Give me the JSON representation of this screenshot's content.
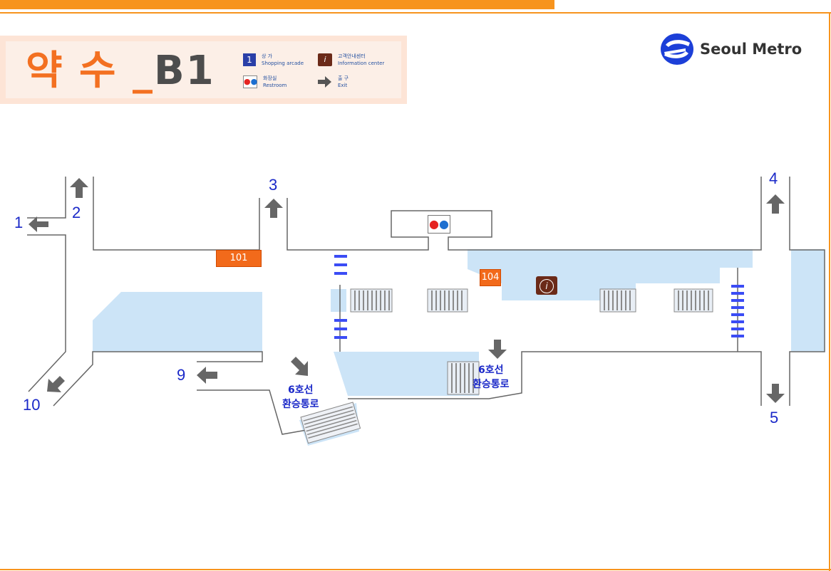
{
  "title": {
    "station": "약 수",
    "separator": "_",
    "level": "B1"
  },
  "legend": {
    "shopping": {
      "icon_text": "1",
      "ko": "상 가",
      "en": "Shopping arcade"
    },
    "info": {
      "icon_text": "i",
      "ko": "고객안내센터",
      "en": "Information center"
    },
    "restroom": {
      "ko": "화장실",
      "en": "Restroom"
    },
    "exit": {
      "ko": "출 구",
      "en": "Exit"
    }
  },
  "brand": {
    "name": "Seoul Metro"
  },
  "exits": [
    {
      "label": "1",
      "icon": "arrow-left-icon"
    },
    {
      "label": "2",
      "icon": "arrow-up-icon"
    },
    {
      "label": "3",
      "icon": "arrow-up-icon"
    },
    {
      "label": "4",
      "icon": "arrow-up-icon"
    },
    {
      "label": "5",
      "icon": "arrow-down-icon"
    },
    {
      "label": "9",
      "icon": "arrow-left-icon"
    },
    {
      "label": "10",
      "icon": "arrow-down-left-icon"
    }
  ],
  "shops": [
    {
      "label": "101"
    },
    {
      "label": "104"
    }
  ],
  "transfers": [
    {
      "line1": "6호선",
      "line2": "환승통로"
    },
    {
      "line1": "6호선",
      "line2": "환승통로"
    }
  ],
  "colors": {
    "accent": "#f7941d",
    "title": "#f37021",
    "area": "#cce4f7",
    "exit_text": "#1a28c8",
    "shop": "#f26a1b",
    "gate": "#3b4cf5",
    "info": "#6b2a18"
  }
}
